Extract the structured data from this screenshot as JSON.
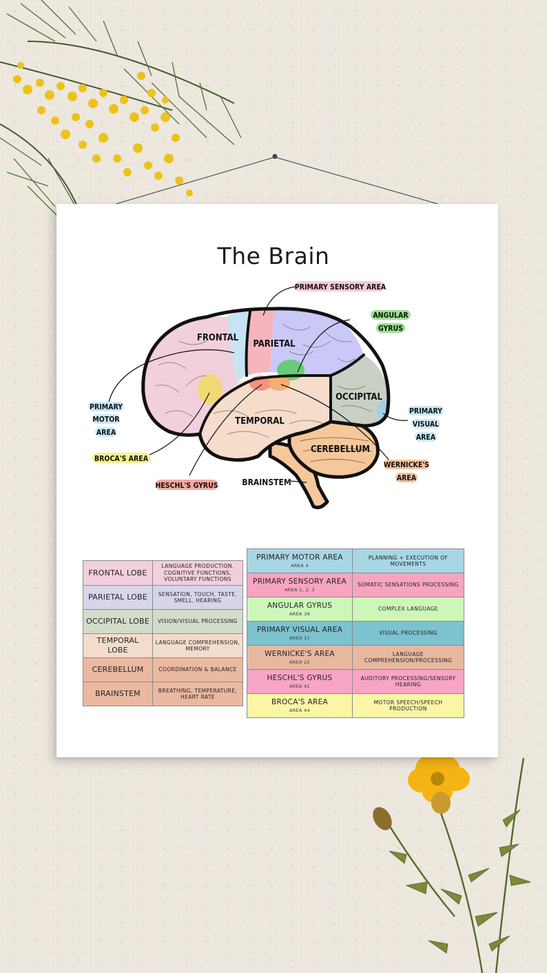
{
  "title": "The Brain",
  "labels": {
    "frontal": "FRONTAL",
    "parietal": "PARIETAL",
    "occipital": "OCCIPITAL",
    "temporal": "TEMPORAL",
    "cerebellum": "CEREBELLUM",
    "brainstem": "BRAINSTEM",
    "primary_sensory": "PRIMARY SENSORY AREA",
    "angular_1": "ANGULAR",
    "angular_2": "GYRUS",
    "motor_1": "PRIMARY",
    "motor_2": "MOTOR",
    "motor_3": "AREA",
    "visual_1": "PRIMARY",
    "visual_2": "VISUAL",
    "visual_3": "AREA",
    "broca": "BROCA'S AREA",
    "heschl": "HESCHL'S GYRUS",
    "wernicke_1": "WERNICKE'S",
    "wernicke_2": "AREA"
  },
  "lobes_table": [
    {
      "name": "FRONTAL LOBE",
      "desc": "LANGUAGE PRODUCTION, COGNITIVE FUNCTIONS, VOLUNTARY FUNCTIONS",
      "color": "#f2cfdc"
    },
    {
      "name": "PARIETAL LOBE",
      "desc": "SENSATION, TOUCH, TASTE, SMELL, HEARING",
      "color": "#d7d5ea"
    },
    {
      "name": "OCCIPITAL LOBE",
      "desc": "VISION/VISUAL PROCESSING",
      "color": "#d2dccb"
    },
    {
      "name": "TEMPORAL LOBE",
      "desc": "LANGUAGE COMPREHENSION, MEMORY",
      "color": "#f3dccb"
    },
    {
      "name": "CEREBELLUM",
      "desc": "COORDINATION & BALANCE",
      "color": "#ebb9a0"
    },
    {
      "name": "BRAINSTEM",
      "desc": "BREATHING, TEMPERATURE, HEART RATE",
      "color": "#ebb9a0"
    }
  ],
  "areas_table": [
    {
      "name": "PRIMARY MOTOR AREA",
      "area": "AREA 4",
      "desc": "PLANNING + EXECUTION OF MOVEMENTS",
      "color": "#a8d6e4"
    },
    {
      "name": "PRIMARY SENSORY AREA",
      "area": "AREA 1, 2, 3",
      "desc": "SOMATIC SENSATIONS PROCESSING",
      "color": "#f7a4c1"
    },
    {
      "name": "ANGULAR GYRUS",
      "area": "AREA 39",
      "desc": "COMPLEX LANGUAGE",
      "color": "#cdf7b8"
    },
    {
      "name": "PRIMARY VISUAL AREA",
      "area": "AREA 17",
      "desc": "VISUAL PROCESSING",
      "color": "#7cc2cf"
    },
    {
      "name": "WERNICKE'S AREA",
      "area": "AREA 22",
      "desc": "LANGUAGE COMPREHENSION/PROCESSING",
      "color": "#e8b7a0"
    },
    {
      "name": "HESCHL'S GYRUS",
      "area": "AREA 41",
      "desc": "AUDITORY PROCESSING/SENSORY HEARING",
      "color": "#f7a4c7"
    },
    {
      "name": "BROCA'S AREA",
      "area": "AREA 44",
      "desc": "MOTOR SPEECH/SPEECH PRODUCTION",
      "color": "#fbf5a6"
    }
  ],
  "colors": {
    "frontal": "#f2cfdc",
    "motor": "#c7e4f5",
    "sensory": "#f6b5bd",
    "parietal": "#c9c8f7",
    "occipital": "#c8d0c3",
    "temporal": "#f5dccb",
    "cerebellum": "#f6c79a",
    "brainstem": "#f6c79a"
  }
}
